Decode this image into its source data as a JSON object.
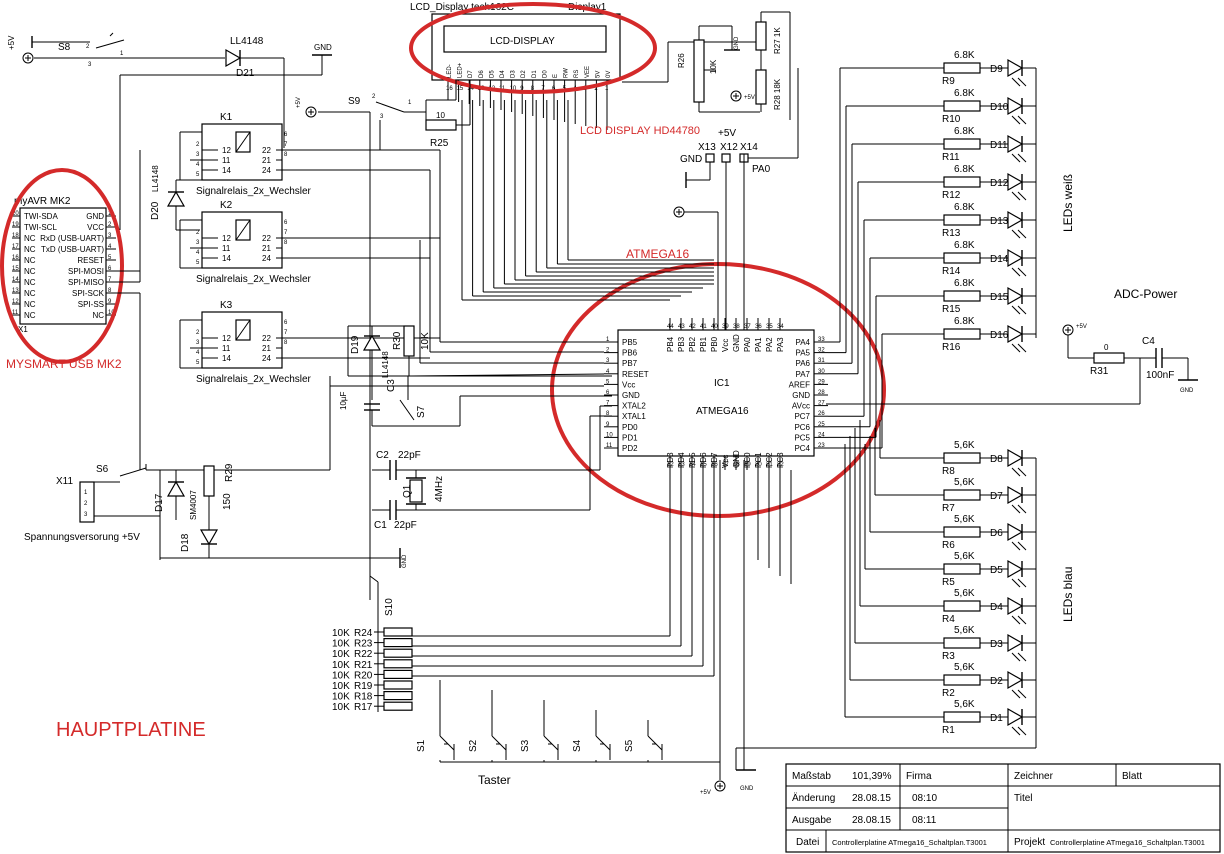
{
  "colors": {
    "annotation": "#d42a2a",
    "ink": "#000000",
    "background": "#ffffff"
  },
  "annotations": {
    "lcd_display": "LCD DISPLAY HD44780",
    "atmega": "ATMEGA16",
    "mysmart": "MYSMART USB MK2",
    "hauptplatine": "HAUPTPLATINE"
  },
  "lcd": {
    "part_name": "LCD_Display tech162C",
    "ref": "Display1",
    "body_label": "LCD-DISPLAY",
    "pins": [
      "LED-",
      "LED+",
      "D7",
      "D6",
      "D5",
      "D4",
      "D3",
      "D2",
      "D1",
      "D0",
      "E",
      "RW",
      "RS",
      "VEE",
      "5V",
      "0V"
    ],
    "pin_numbers": [
      "16",
      "15",
      "14",
      "13",
      "12",
      "11",
      "10",
      "9",
      "8",
      "7",
      "6",
      "5",
      "4",
      "3",
      "2",
      "1"
    ]
  },
  "mcu": {
    "ref": "IC1",
    "name": "ATMEGA16",
    "left_pins": [
      "PB5",
      "PB6",
      "PB7",
      "RESET",
      "Vcc",
      "GND",
      "XTAL2",
      "XTAL1",
      "PD0",
      "PD1",
      "PD2"
    ],
    "left_nums": [
      "1",
      "2",
      "3",
      "4",
      "5",
      "6",
      "7",
      "8",
      "9",
      "10",
      "11"
    ],
    "right_pins": [
      "PA4",
      "PA5",
      "PA6",
      "PA7",
      "AREF",
      "GND",
      "AVcc",
      "PC7",
      "PC6",
      "PC5",
      "PC4"
    ],
    "right_nums": [
      "33",
      "32",
      "31",
      "30",
      "29",
      "28",
      "27",
      "26",
      "25",
      "24",
      "23"
    ],
    "top_pins": [
      "PB4",
      "PB3",
      "PB2",
      "PB1",
      "PB0",
      "Vcc",
      "GND",
      "PA0",
      "PA1",
      "PA2",
      "PA3"
    ],
    "top_nums": [
      "44",
      "43",
      "42",
      "41",
      "40",
      "39",
      "38",
      "37",
      "36",
      "35",
      "34"
    ],
    "bottom_pins": [
      "PD3",
      "PD4",
      "PD5",
      "PD6",
      "PD7",
      "Vcc",
      "GND",
      "PC0",
      "PC1",
      "PC2",
      "PC3"
    ],
    "bottom_nums": [
      "12",
      "13",
      "14",
      "15",
      "16",
      "17",
      "18",
      "19",
      "20",
      "21",
      "22"
    ]
  },
  "myavr": {
    "name": "myAVR MK2",
    "ref": "X1",
    "left_pins": [
      "TWI-SDA",
      "TWI-SCL",
      "NC",
      "NC",
      "NC",
      "NC",
      "NC",
      "NC",
      "NC",
      "NC"
    ],
    "left_nums": [
      "20",
      "19",
      "18",
      "17",
      "16",
      "15",
      "14",
      "13",
      "12",
      "11"
    ],
    "right_pins": [
      "GND",
      "VCC",
      "RxD (USB-UART)",
      "TxD (USB-UART)",
      "RESET",
      "SPI-MOSI",
      "SPI-MISO",
      "SPI-SCK",
      "SPI-SS",
      "NC"
    ],
    "right_nums": [
      "1",
      "2",
      "3",
      "4",
      "5",
      "6",
      "7",
      "8",
      "9",
      "10"
    ]
  },
  "relays": [
    {
      "ref": "K1",
      "label": "Signalrelais_2x_Wechsler"
    },
    {
      "ref": "K2",
      "label": "Signalrelais_2x_Wechsler"
    },
    {
      "ref": "K3",
      "label": "Signalrelais_2x_Wechsler"
    }
  ],
  "relay_pins": [
    "12",
    "11",
    "14",
    "22",
    "21",
    "24"
  ],
  "relay_side_nums": [
    "2",
    "3",
    "4",
    "5",
    "6",
    "7",
    "8"
  ],
  "leds_white": {
    "label": "LEDs weiß",
    "items": [
      {
        "r": "R9",
        "v": "6.8K",
        "d": "D9"
      },
      {
        "r": "R10",
        "v": "6.8K",
        "d": "D10"
      },
      {
        "r": "R11",
        "v": "6.8K",
        "d": "D11"
      },
      {
        "r": "R12",
        "v": "6.8K",
        "d": "D12"
      },
      {
        "r": "R13",
        "v": "6.8K",
        "d": "D13"
      },
      {
        "r": "R14",
        "v": "6.8K",
        "d": "D14"
      },
      {
        "r": "R15",
        "v": "6.8K",
        "d": "D15"
      },
      {
        "r": "R16",
        "v": "6.8K",
        "d": "D16"
      }
    ]
  },
  "leds_blue": {
    "label": "LEDs blau",
    "items": [
      {
        "r": "R8",
        "v": "5,6K",
        "d": "D8"
      },
      {
        "r": "R7",
        "v": "5,6K",
        "d": "D7"
      },
      {
        "r": "R6",
        "v": "5,6K",
        "d": "D6"
      },
      {
        "r": "R5",
        "v": "5,6K",
        "d": "D5"
      },
      {
        "r": "R4",
        "v": "5,6K",
        "d": "D4"
      },
      {
        "r": "R3",
        "v": "5,6K",
        "d": "D3"
      },
      {
        "r": "R2",
        "v": "5,6K",
        "d": "D2"
      },
      {
        "r": "R1",
        "v": "5,6K",
        "d": "D1"
      }
    ]
  },
  "pulldowns": [
    {
      "v": "10K",
      "r": "R24"
    },
    {
      "v": "10K",
      "r": "R23"
    },
    {
      "v": "10K",
      "r": "R22"
    },
    {
      "v": "10K",
      "r": "R21"
    },
    {
      "v": "10K",
      "r": "R20"
    },
    {
      "v": "10K",
      "r": "R19"
    },
    {
      "v": "10K",
      "r": "R18"
    },
    {
      "v": "10K",
      "r": "R17"
    }
  ],
  "taster": {
    "label": "Taster",
    "switches": [
      "S1",
      "S2",
      "S3",
      "S4",
      "S5"
    ]
  },
  "adc": {
    "title": "ADC-Power",
    "r_ref": "R31",
    "r_val": "0",
    "c_ref": "C4",
    "c_val": "100nF"
  },
  "power_labels": {
    "plus5v": "+5V",
    "gnd": "GND"
  },
  "misc": {
    "s8": "S8",
    "d21": "D21",
    "d21_type": "LL4148",
    "s9": "S9",
    "r25": "R25",
    "r25_val": "10",
    "r26": "R26",
    "r26_val": "10K",
    "r27": "R27 1K",
    "r28": "R28 18K",
    "x13": "X13",
    "x12": "X12",
    "x14": "X14",
    "x13_label": "GND",
    "x12_label": "+5V",
    "x14_label": "PA0",
    "d20": "D20",
    "d20_type": "LL4148",
    "d19": "D19",
    "d19_type": "LL4148",
    "r30": "R30",
    "r30_val": "10K",
    "c3": "C3",
    "c3_val": "10µF",
    "s7": "S7",
    "c2": "C2",
    "c2_val": "22pF",
    "c1": "C1",
    "c1_val": "22pF",
    "q1": "Q1",
    "q1_val": "4MHz",
    "s6": "S6",
    "x11": "X11",
    "x11_label": "Spannungsversorung +5V",
    "d17": "D17",
    "d17_type": "SM4007",
    "r29": "R29",
    "r29_val": "150",
    "d18": "D18",
    "s10": "S10"
  },
  "titleblock": {
    "massstab_label": "Maßstab",
    "massstab_val": "101,39%",
    "firma_label": "Firma",
    "zeichner_label": "Zeichner",
    "blatt_label": "Blatt",
    "aenderung_label": "Änderung",
    "aenderung_date": "28.08.15",
    "aenderung_time": "08:10",
    "titel_label": "Titel",
    "ausgabe_label": "Ausgabe",
    "ausgabe_date": "28.08.15",
    "ausgabe_time": "08:11",
    "datei_label": "Datei",
    "datei_val": "Controllerplatine ATmega16_Schaltplan.T3001",
    "projekt_label": "Projekt",
    "projekt_val": "Controllerplatine ATmega16_Schaltplan.T3001"
  }
}
